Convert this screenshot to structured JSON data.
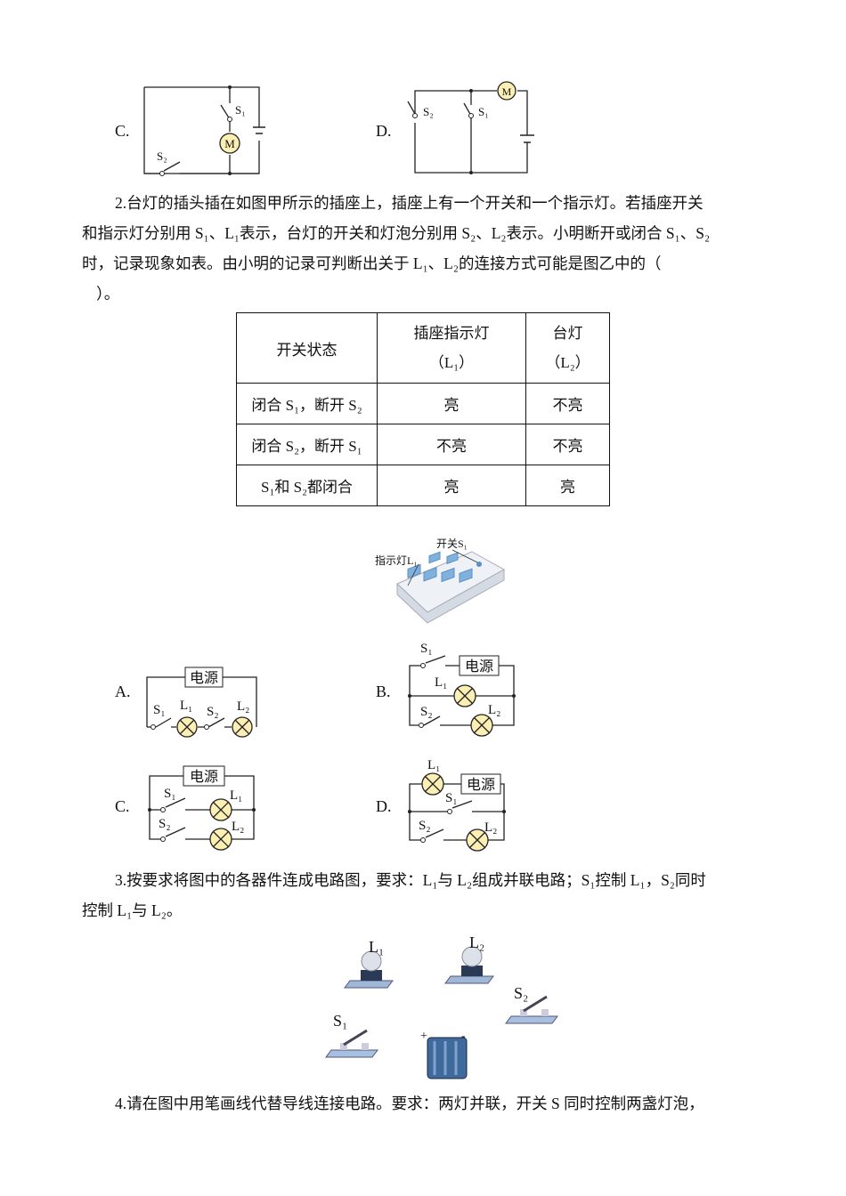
{
  "q1_options": {
    "c_label": "C.",
    "d_label": "D.",
    "s1": "S₁",
    "s2": "S₂",
    "motor": "M"
  },
  "q2": {
    "lines": [
      "2.台灯的插头插在如图甲所示的插座上，插座上有一个开关和一个指示灯。若插座开关",
      "和指示灯分别用 S₁、L₁表示，台灯的开关和灯泡分别用 S₂、L₂表示。小明断开或闭合 S₁、S₂",
      "时，记录现象如表。由小明的记录可判断出关于 L₁、L₂的连接方式可能是图乙中的（",
      "）。"
    ],
    "table": {
      "headers": [
        "开关状态",
        "插座指示灯",
        "（L₁）",
        "台灯",
        "（L₂）"
      ],
      "rows": [
        [
          "闭合 S₁，断开 S₂",
          "亮",
          "不亮"
        ],
        [
          "闭合 S₂，断开 S₁",
          "不亮",
          "不亮"
        ],
        [
          "S₁和 S₂都闭合",
          "亮",
          "亮"
        ]
      ]
    },
    "strip": {
      "switch_label": "开关S₁",
      "light_label": "指示灯L₁"
    },
    "options": {
      "a": "A.",
      "b": "B.",
      "c": "C.",
      "d": "D.",
      "power": "电源",
      "s1": "S₁",
      "s2": "S₂",
      "l1": "L₁",
      "l2": "L₂"
    }
  },
  "q3": {
    "lines": [
      "3.按要求将图中的各器件连成电路图，要求：L₁与 L₂组成并联电路；S₁控制 L₁，S₂同时",
      "控制 L₁与 L₂。"
    ],
    "l1": "L₁",
    "l2": "L₂",
    "s1": "S₁",
    "s2": "S₂"
  },
  "q4": {
    "line": "4.请在图中用笔画线代替导线连接电路。要求：两灯并联，开关 S 同时控制两盏灯泡，"
  }
}
